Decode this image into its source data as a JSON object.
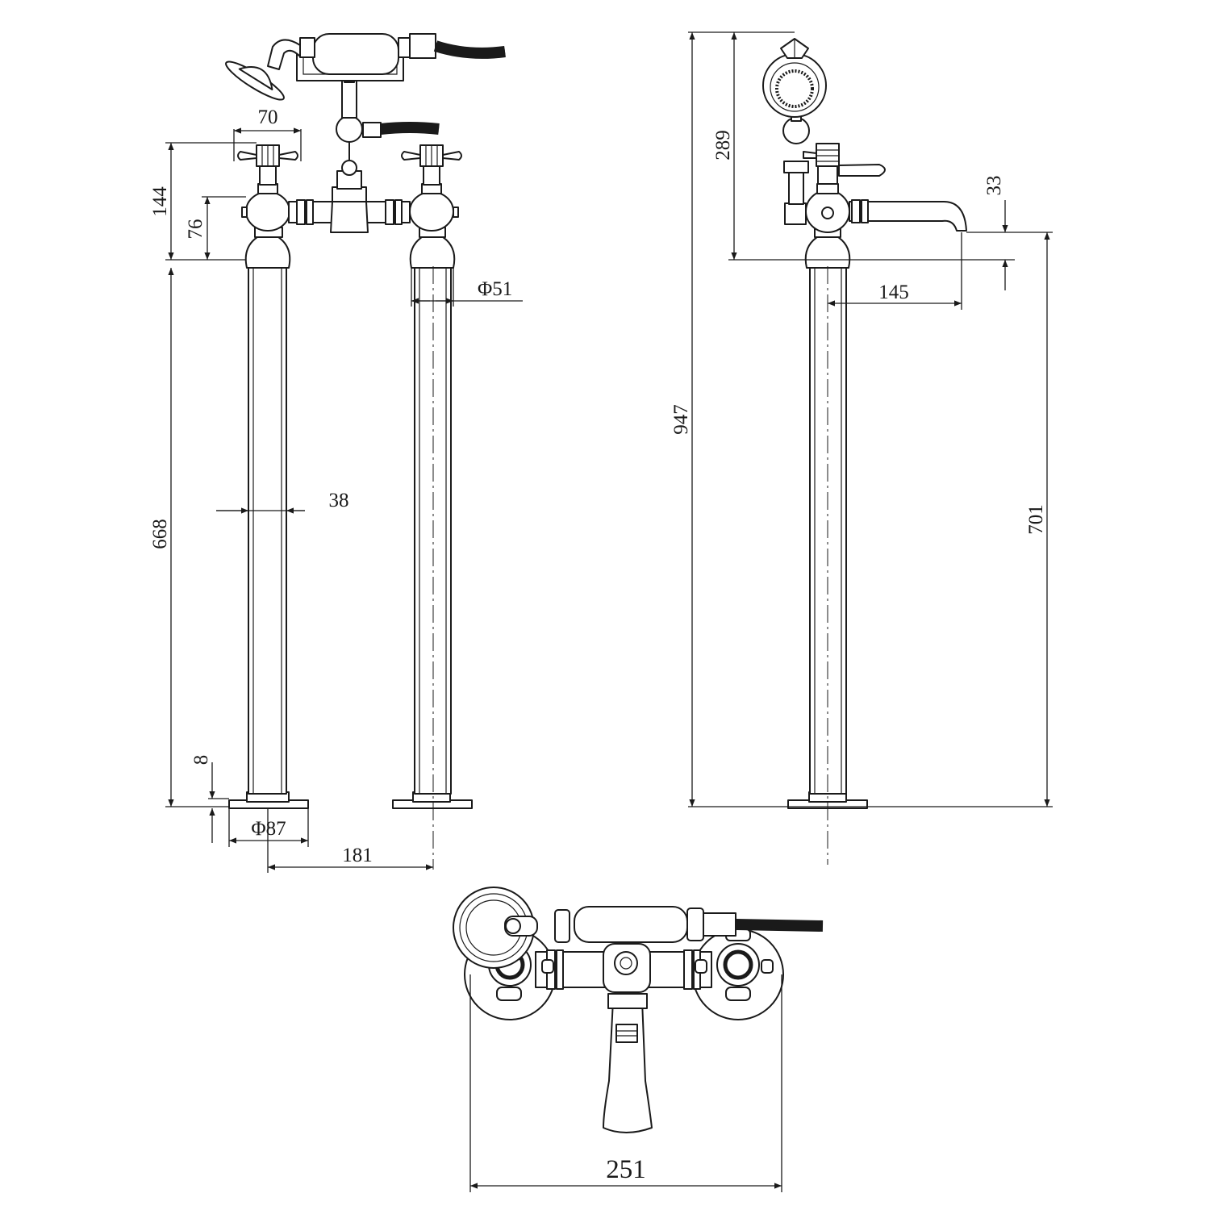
{
  "drawing": {
    "colors": {
      "line": "#1a1a1a",
      "background": "#ffffff"
    },
    "dimensions": {
      "handle_spacing": "70",
      "upper_height": "144",
      "body_height": "76",
      "pipe_diameter": "Φ51",
      "pipe_width": "38",
      "pipe_height": "668",
      "base_thickness": "8",
      "base_diameter": "Φ87",
      "pipe_spacing": "181",
      "shower_height": "289",
      "total_height": "947",
      "spout_drop": "33",
      "spout_reach": "145",
      "spout_height": "701",
      "overall_width": "251"
    }
  }
}
